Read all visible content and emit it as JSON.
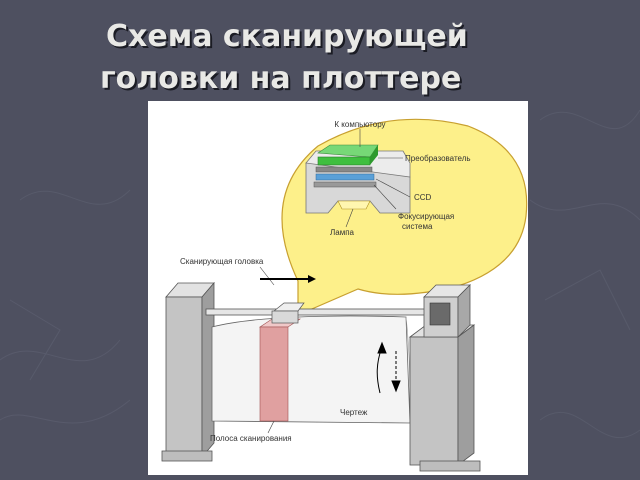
{
  "slide": {
    "title_line1": "Схема сканирующей",
    "title_line2": "головки на плоттере"
  },
  "diagram": {
    "labels": {
      "to_computer": "К компьютору",
      "converter": "Преобразователь",
      "ccd": "CCD",
      "focusing": "Фокусирующая",
      "focusing_2": "система",
      "lamp": "Лампа",
      "scan_head": "Сканирующая головка",
      "drawing": "Чертеж",
      "scan_strip": "Полоса сканирования"
    }
  },
  "colors": {
    "background": "#4e5060",
    "title": "#e9e9e6",
    "callout_fill": "#fdf08a",
    "converter_green": "#3fbf3f",
    "scan_strip": "#e0a0a0",
    "frame_gray": "#c4c4c4"
  }
}
